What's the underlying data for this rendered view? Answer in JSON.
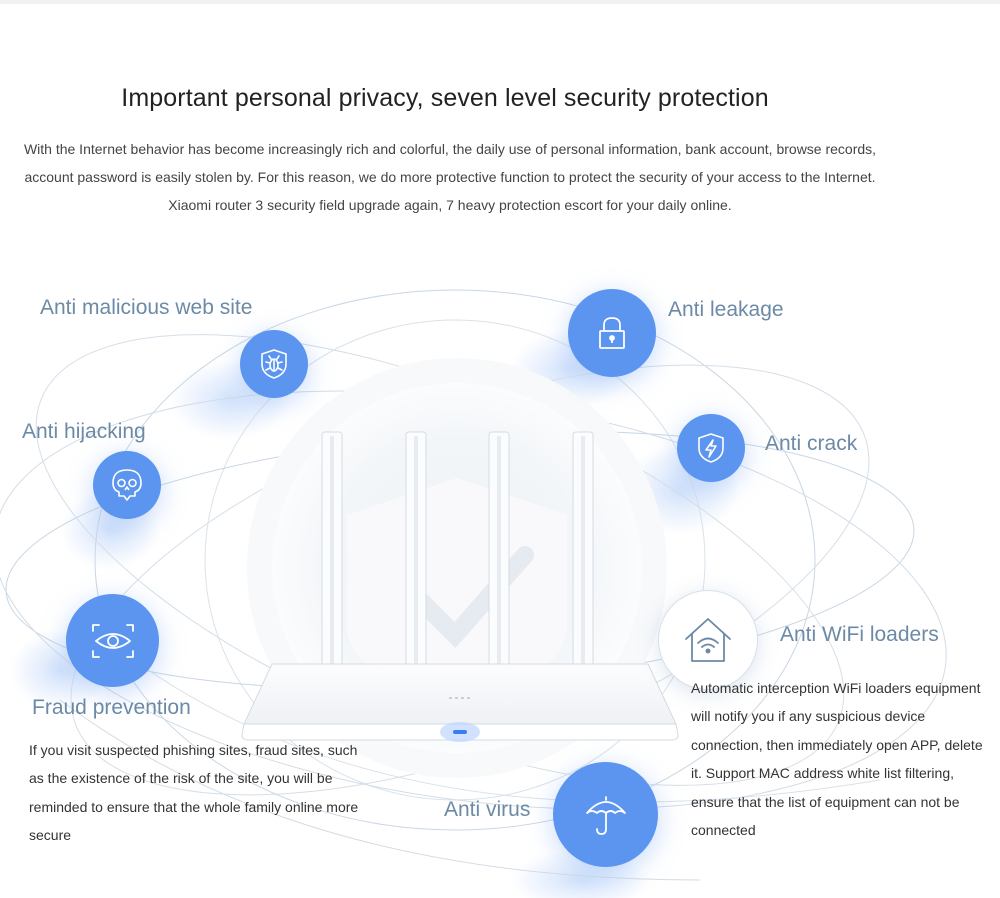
{
  "title": "Important personal privacy, seven level security protection",
  "intro": "With the Internet behavior has become increasingly rich and colorful, the daily use of personal information, bank account, browse records, account password is easily stolen by. For this reason, we do more protective function to protect the security of your access to the Internet. Xiaomi router 3 security field upgrade again, 7 heavy protection escort for your daily online.",
  "features": {
    "anti_malicious_web_site": "Anti malicious web site",
    "anti_leakage": "Anti leakage",
    "anti_hijacking": "Anti hijacking",
    "anti_crack": "Anti crack",
    "anti_wifi_loaders": "Anti WiFi loaders",
    "fraud_prevention": "Fraud prevention",
    "anti_virus": "Anti virus"
  },
  "descriptions": {
    "fraud_prevention": "If you visit suspected phishing sites, fraud sites, such as the existence of the risk of the site, you will be reminded to ensure that the whole family online more secure",
    "anti_wifi_loaders": "Automatic interception WiFi loaders equipment will notify you if any suspicious device connection, then immediately open APP, delete it. Support MAC address white list filtering, ensure that the list of equipment can not be connected"
  },
  "icons": {
    "anti_malicious_web_site": "shield-bug-icon",
    "anti_leakage": "padlock-icon",
    "anti_hijacking": "skull-icon",
    "anti_crack": "shield-bolt-icon",
    "anti_wifi_loaders": "house-wifi-icon",
    "fraud_prevention": "eye-scan-icon",
    "anti_virus": "umbrella-icon",
    "router": "router-illustration"
  },
  "colors": {
    "accent": "#5b95f0",
    "label": "#6c8aa6",
    "text": "#333333"
  }
}
